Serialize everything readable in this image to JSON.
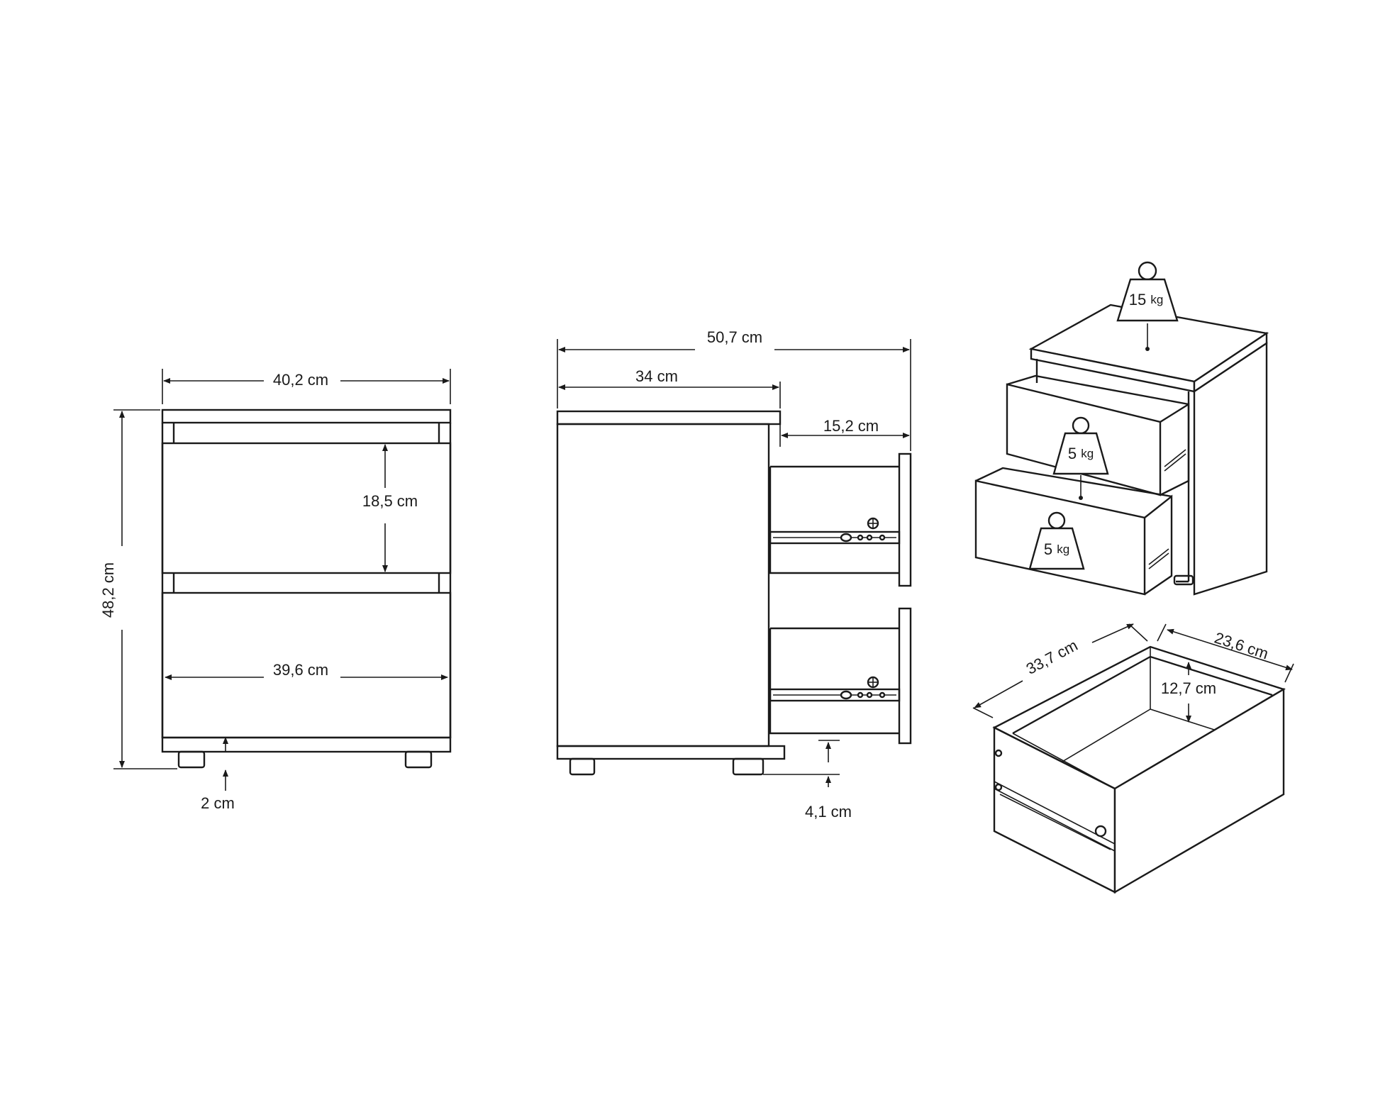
{
  "front_view": {
    "total_width": "40,2 cm",
    "total_height": "48,2 cm",
    "drawer_height": "18,5 cm",
    "drawer_width": "39,6 cm",
    "foot_height": "2 cm"
  },
  "side_view": {
    "total_depth": "50,7 cm",
    "body_depth": "34 cm",
    "drawer_extension": "15,2 cm",
    "floor_clearance": "4,1 cm"
  },
  "load_capacity": {
    "top": {
      "value": "15",
      "unit": "kg"
    },
    "upper_drawer": {
      "value": "5",
      "unit": "kg"
    },
    "lower_drawer": {
      "value": "5",
      "unit": "kg"
    }
  },
  "drawer_detail": {
    "depth": "33,7 cm",
    "width": "23,6 cm",
    "height": "12,7 cm"
  },
  "icons": {
    "weight": "weight-icon",
    "drawer_slide": "drawer-slide-icon"
  }
}
